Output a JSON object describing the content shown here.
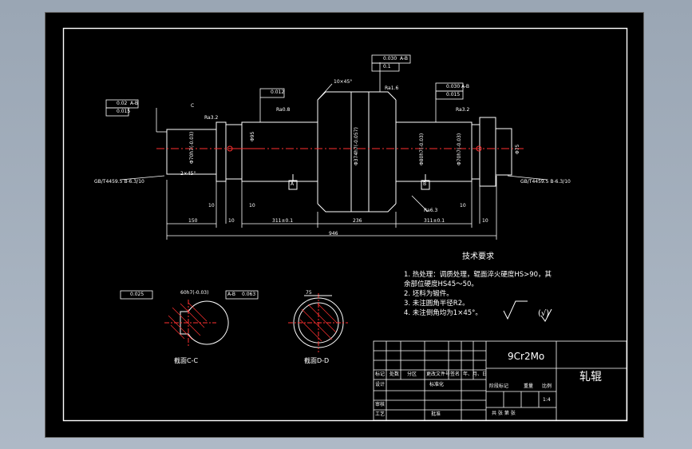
{
  "tech_requirements": {
    "title": "技术要求",
    "items": [
      "1. 热处理：调质处理，辊面淬火硬度HS>90，其",
      "余部位硬度HS45～50。",
      "2. 坯料为锻件。",
      "3. 未注圆角半径R2。",
      "4. 未注倒角均为1×45°。"
    ],
    "roughness_note": "(√)"
  },
  "sections": {
    "cc_label": "截面C-C",
    "dd_label": "截面D-D",
    "cc_tol_left": "0.025",
    "cc_tol_ref": "A-B",
    "cc_tol_right": "0.063",
    "cc_dim": "60h7(-0.03)",
    "dd_dim": "75"
  },
  "callouts": {
    "fcf_top_mid_1": "0.030",
    "fcf_top_mid_1_ref": "A-B",
    "fcf_top_mid_2": "0.1",
    "fcf_left_1": "0.02",
    "fcf_left_1_ref": "A-B",
    "fcf_left_2": "0.015",
    "fcf_mid_left": "0.012",
    "fcf_right_1": "0.030",
    "fcf_right_1_ref": "A-B",
    "fcf_right_2": "0.015",
    "chamfer": "10×45°",
    "chamfer2": "2×45°",
    "center_hole_left": "GB/T4459.5 B-6.3/10",
    "center_hole_right": "GB/T4459.5 B-6.3/10",
    "datum_a": "A",
    "datum_b": "B",
    "section_c": "C",
    "ra_1": "Ra1.6",
    "ra_2": "Ra3.2",
    "ra_3": "Ra6.3",
    "ra_4": "Ra0.8",
    "ra_5": "Ra3.2"
  },
  "dimensions": {
    "d1": "150",
    "d2": "10",
    "d3": "10",
    "d4": "10",
    "d5": "311±0.1",
    "d6": "236",
    "d7": "311±0.1",
    "d8": "10",
    "d9": "10",
    "overall": "946",
    "dia_left": "Φ70h7(-0.03)",
    "dia_mid_left": "Φ95",
    "dia_roll": "Φ374h7(-0.057)",
    "dia_mid_right": "Φ80h7(-0.03)",
    "dia_right": "Φ70h7(-0.03)",
    "dia_end_r": "Φ75"
  },
  "title_block": {
    "material": "9Cr2Mo",
    "part_name": "轧辊",
    "row_labels": [
      "标记",
      "处数",
      "分区",
      "更改文件号",
      "签名",
      "年、月、日"
    ],
    "design": "设计",
    "standardize": "标准化",
    "review": "审核",
    "process": "工艺",
    "approve": "批准",
    "stage_label": "阶段标记",
    "weight_label": "重量",
    "scale_label": "比例",
    "scale_value": "1:4",
    "sheet_label": "共  张  第  张"
  },
  "colors": {
    "background": "#000000",
    "frame_outer": "#ffffff",
    "center_line": "#ff3030",
    "hatch": "#ff3030",
    "page_bg": "#a3aebc"
  }
}
